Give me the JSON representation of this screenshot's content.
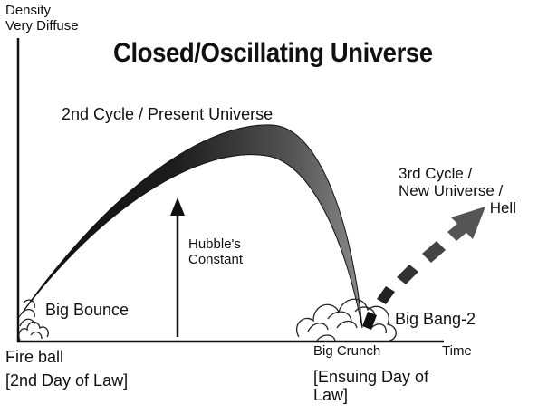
{
  "title": "Closed/Oscillating Universe",
  "y_axis": {
    "label_line1": "Density",
    "label_line2": "Very Diffuse"
  },
  "x_axis": {
    "label": "Time"
  },
  "labels": {
    "second_cycle": "2nd Cycle / Present Universe",
    "third_cycle_line1": "3rd Cycle /",
    "third_cycle_line2": "New Universe /",
    "third_cycle_line3": "Hell",
    "hubble_line1": "Hubble's",
    "hubble_line2": "Constant",
    "big_bounce": "Big Bounce",
    "big_bang_2": "Big Bang-2",
    "big_crunch": "Big Crunch",
    "fire_ball": "Fire ball",
    "second_day": "[2nd Day of Law]",
    "ensuing_line1": "[Ensuing Day of",
    "ensuing_line2": "Law]"
  },
  "colors": {
    "ink": "#111111",
    "curve_dark": "#1a1a1a",
    "curve_light": "#8c8c8c",
    "arrow_dash": "#555555"
  }
}
